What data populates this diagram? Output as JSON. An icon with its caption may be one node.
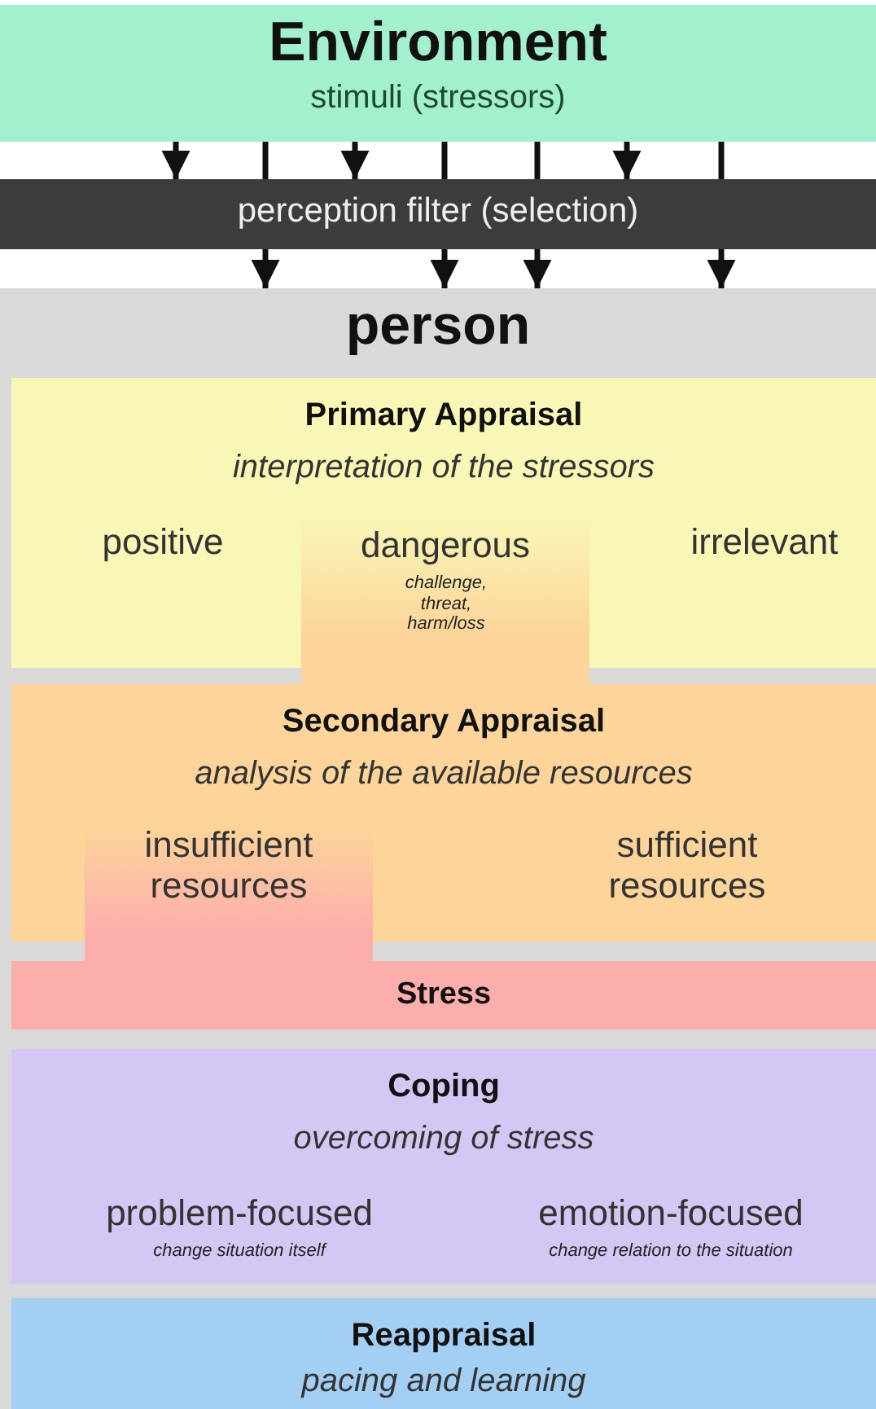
{
  "diagram": {
    "nodes": [
      {
        "text": [
          "Environment",
          "stimuli (stressors)"
        ]
      },
      {
        "text": [
          "perception filter (selection)"
        ]
      },
      {
        "text": [
          "person"
        ]
      },
      {
        "text": [
          "Primary Appraisal",
          "interpretation of the stressors",
          "positive",
          "irrelevant"
        ],
        "in": 2
      },
      {
        "text": [
          "dangerous",
          "challenge, threat, harm/loss"
        ],
        "in": 3
      },
      {
        "text": [
          "Secondary Appraisal",
          "analysis of the available resources",
          "sufficient resources"
        ],
        "in": 2
      },
      {
        "text": [
          "insufficient resources"
        ],
        "in": 5
      },
      {
        "text": [
          "Stress"
        ],
        "in": 2
      },
      {
        "text": [
          "Coping",
          "overcoming of stress",
          "problem-focused",
          "change situation itself",
          "emotion-focused",
          "change relation to the situation"
        ],
        "in": 2
      },
      {
        "text": [
          "Reappraisal",
          "pacing and learning"
        ],
        "in": 2
      }
    ],
    "edges": [
      {
        "from": 0,
        "to": 1,
        "arrow": "to"
      },
      {
        "from": 0,
        "to": 1,
        "arrow": "none"
      },
      {
        "from": 1,
        "to": 2,
        "arrow": "to"
      },
      {
        "from": 0,
        "to": 1,
        "arrow": "to"
      },
      {
        "from": 0,
        "to": 1,
        "arrow": "none"
      },
      {
        "from": 1,
        "to": 2,
        "arrow": "to"
      },
      {
        "from": 0,
        "to": 1,
        "arrow": "none"
      },
      {
        "from": 1,
        "to": 2,
        "arrow": "to"
      },
      {
        "from": 0,
        "to": 1,
        "arrow": "to"
      },
      {
        "from": 0,
        "to": 1,
        "arrow": "none"
      },
      {
        "from": 1,
        "to": 2,
        "arrow": "to"
      }
    ]
  }
}
